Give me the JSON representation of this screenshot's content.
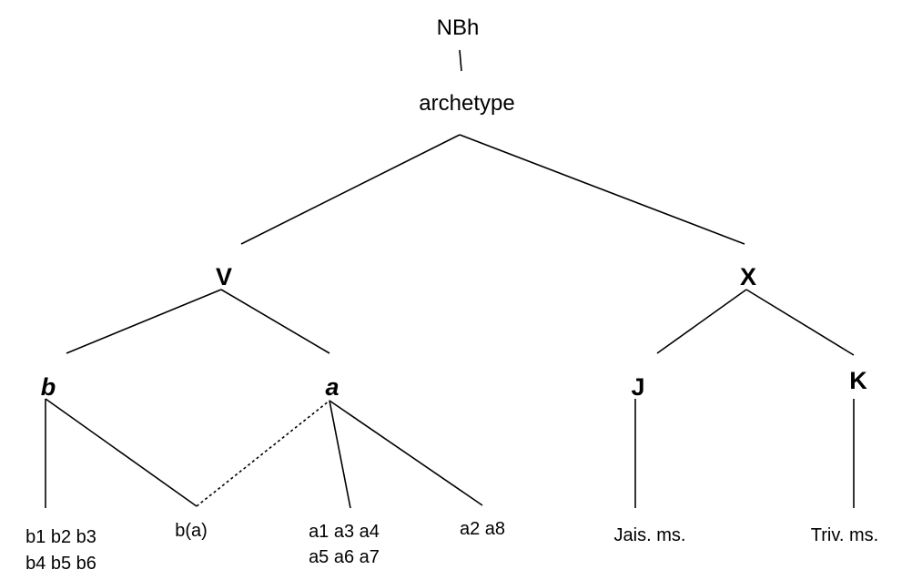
{
  "stemma": {
    "root": "NBh",
    "archetype": "archetype",
    "branches": {
      "v": "V",
      "x": "X"
    },
    "families": {
      "b": "b",
      "a": "a",
      "j": "J",
      "k": "K"
    },
    "witnesses": {
      "b_group_line1": "b1 b2 b3",
      "b_group_line2": "b4 b5 b6",
      "ba": "b(a)",
      "a_group_line1": "a1 a3 a4",
      "a_group_line2": "a5 a6 a7",
      "a2_a8": "a2 a8",
      "jais": "Jais. ms.",
      "triv": "Triv. ms."
    },
    "colors": {
      "ink": "#000000",
      "background": "#ffffff"
    }
  }
}
